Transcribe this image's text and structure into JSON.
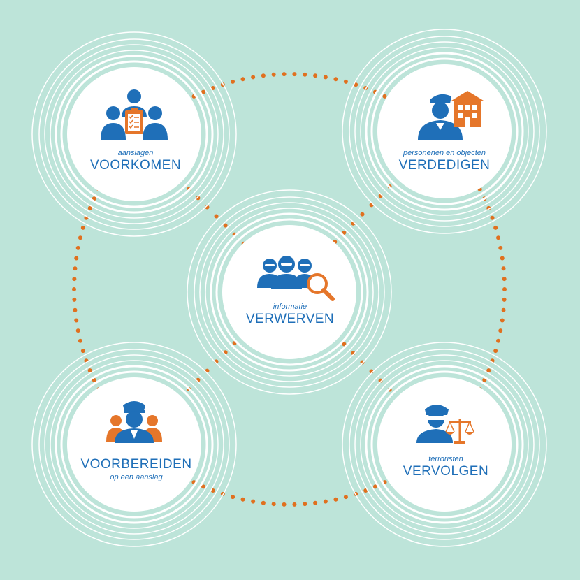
{
  "colors": {
    "background": "#bde4d9",
    "ring": "#ffffff",
    "dot": "#e0701f",
    "blue": "#1f6fb8",
    "orange": "#e5762a"
  },
  "nodes": [
    {
      "id": "voorkomen",
      "small": "aanslagen",
      "big": "VOORKOMEN",
      "icon": "group-with-clipboard-icon"
    },
    {
      "id": "verdedigen",
      "small": "personenen en objecten",
      "big": "VERDEDIGEN",
      "icon": "guard-with-building-icon"
    },
    {
      "id": "verwerven",
      "small": "informatie",
      "big": "VERWERVEN",
      "icon": "masked-figures-magnifier-icon"
    },
    {
      "id": "voorbereiden",
      "small": "op een aanslag",
      "big": "VOORBEREIDEN",
      "icon": "officer-with-people-icon"
    },
    {
      "id": "vervolgen",
      "small": "terroristen",
      "big": "VERVOLGEN",
      "icon": "blindfolded-justice-scales-icon"
    }
  ]
}
